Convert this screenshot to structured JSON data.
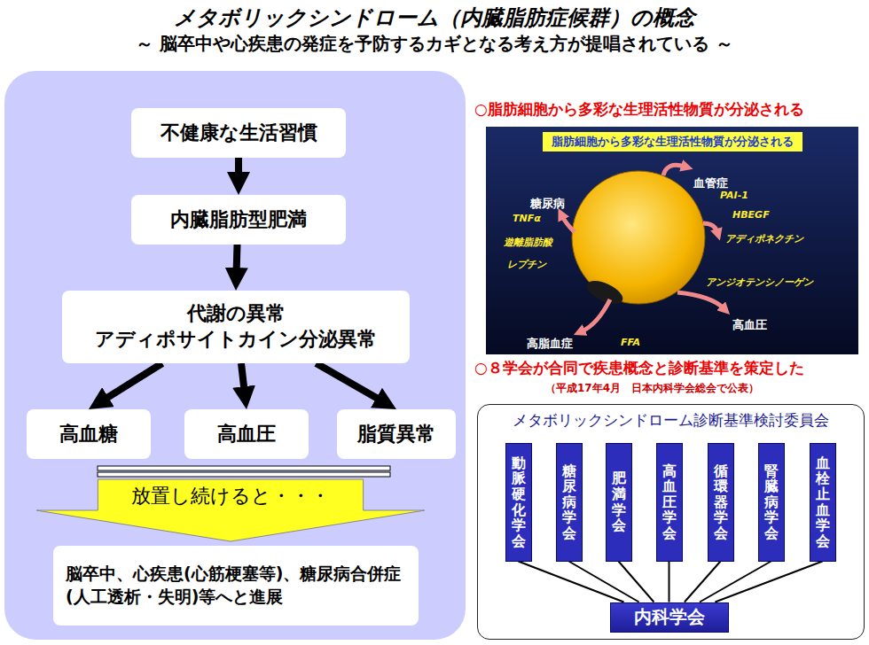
{
  "diagram": {
    "title": "メタボリックシンドローム（内臓脂肪症候群）の概念",
    "nodes": [
      {
        "text": [
          "不健康な生活習慣"
        ]
      },
      {
        "text": [
          "内臓脂肪型肥満"
        ]
      },
      {
        "text": [
          "代謝の異常",
          "アディポサイトカイン分泌異常"
        ]
      },
      {
        "text": [
          "高血糖"
        ]
      },
      {
        "text": [
          "高血圧"
        ]
      },
      {
        "text": [
          "脂質異常"
        ]
      },
      {
        "text": [
          "放置し続けると・・・"
        ]
      },
      {
        "text": [
          "脳卒中、心疾患(心筋梗塞等)、糖尿病合併症(人工透析・失明)等へと進展"
        ]
      },
      {
        "text": [
          "脂肪細胞から多彩な生理活性物質が分泌される"
        ]
      },
      {
        "text": [
          "メタボリックシンドローム診断基準検討委員会"
        ]
      },
      {
        "text": [
          "動脈硬化学会"
        ],
        "in": 9
      },
      {
        "text": [
          "糖尿病学会"
        ],
        "in": 9
      },
      {
        "text": [
          "肥満学会"
        ],
        "in": 9
      },
      {
        "text": [
          "高血圧学会"
        ],
        "in": 9
      },
      {
        "text": [
          "循環器学会"
        ],
        "in": 9
      },
      {
        "text": [
          "腎臓病学会"
        ],
        "in": 9
      },
      {
        "text": [
          "血栓止血学会"
        ],
        "in": 9
      },
      {
        "text": [
          "内科学会"
        ],
        "in": 9
      }
    ],
    "edges": [
      {
        "from": 0,
        "to": 1,
        "arrow": "to"
      },
      {
        "from": 1,
        "to": 2,
        "arrow": "to"
      },
      {
        "from": 2,
        "to": 3,
        "arrow": "to"
      },
      {
        "from": 2,
        "to": 4,
        "arrow": "to"
      },
      {
        "from": 2,
        "to": 5,
        "arrow": "to"
      },
      {
        "from": 10,
        "to": 17,
        "arrow": "none"
      },
      {
        "from": 11,
        "to": 17,
        "arrow": "none"
      },
      {
        "from": 12,
        "to": 17,
        "arrow": "none"
      },
      {
        "from": 13,
        "to": 17,
        "arrow": "none"
      },
      {
        "from": 14,
        "to": 17,
        "arrow": "none"
      },
      {
        "from": 15,
        "to": 17,
        "arrow": "none"
      },
      {
        "from": 16,
        "to": 17,
        "arrow": "none"
      }
    ],
    "labels": [
      "～ 脳卒中や心疾患の発症を予防するカギとなる考え方が提唱されている ～",
      "○脂肪細胞から多彩な生理活性物質が分泌される",
      "血管症",
      "糖尿病",
      "TNFα",
      "PAI-1",
      "HBEGF",
      "遊離脂肪酸",
      "アディポネクチン",
      "レプチン",
      "アンジオテンシノーゲン",
      "高血圧",
      "FFA",
      "高脂血症",
      "○８学会が合同で疾患概念と診断基準を策定した",
      "（平成17年4月　日本内科学会総会で公表）"
    ]
  }
}
